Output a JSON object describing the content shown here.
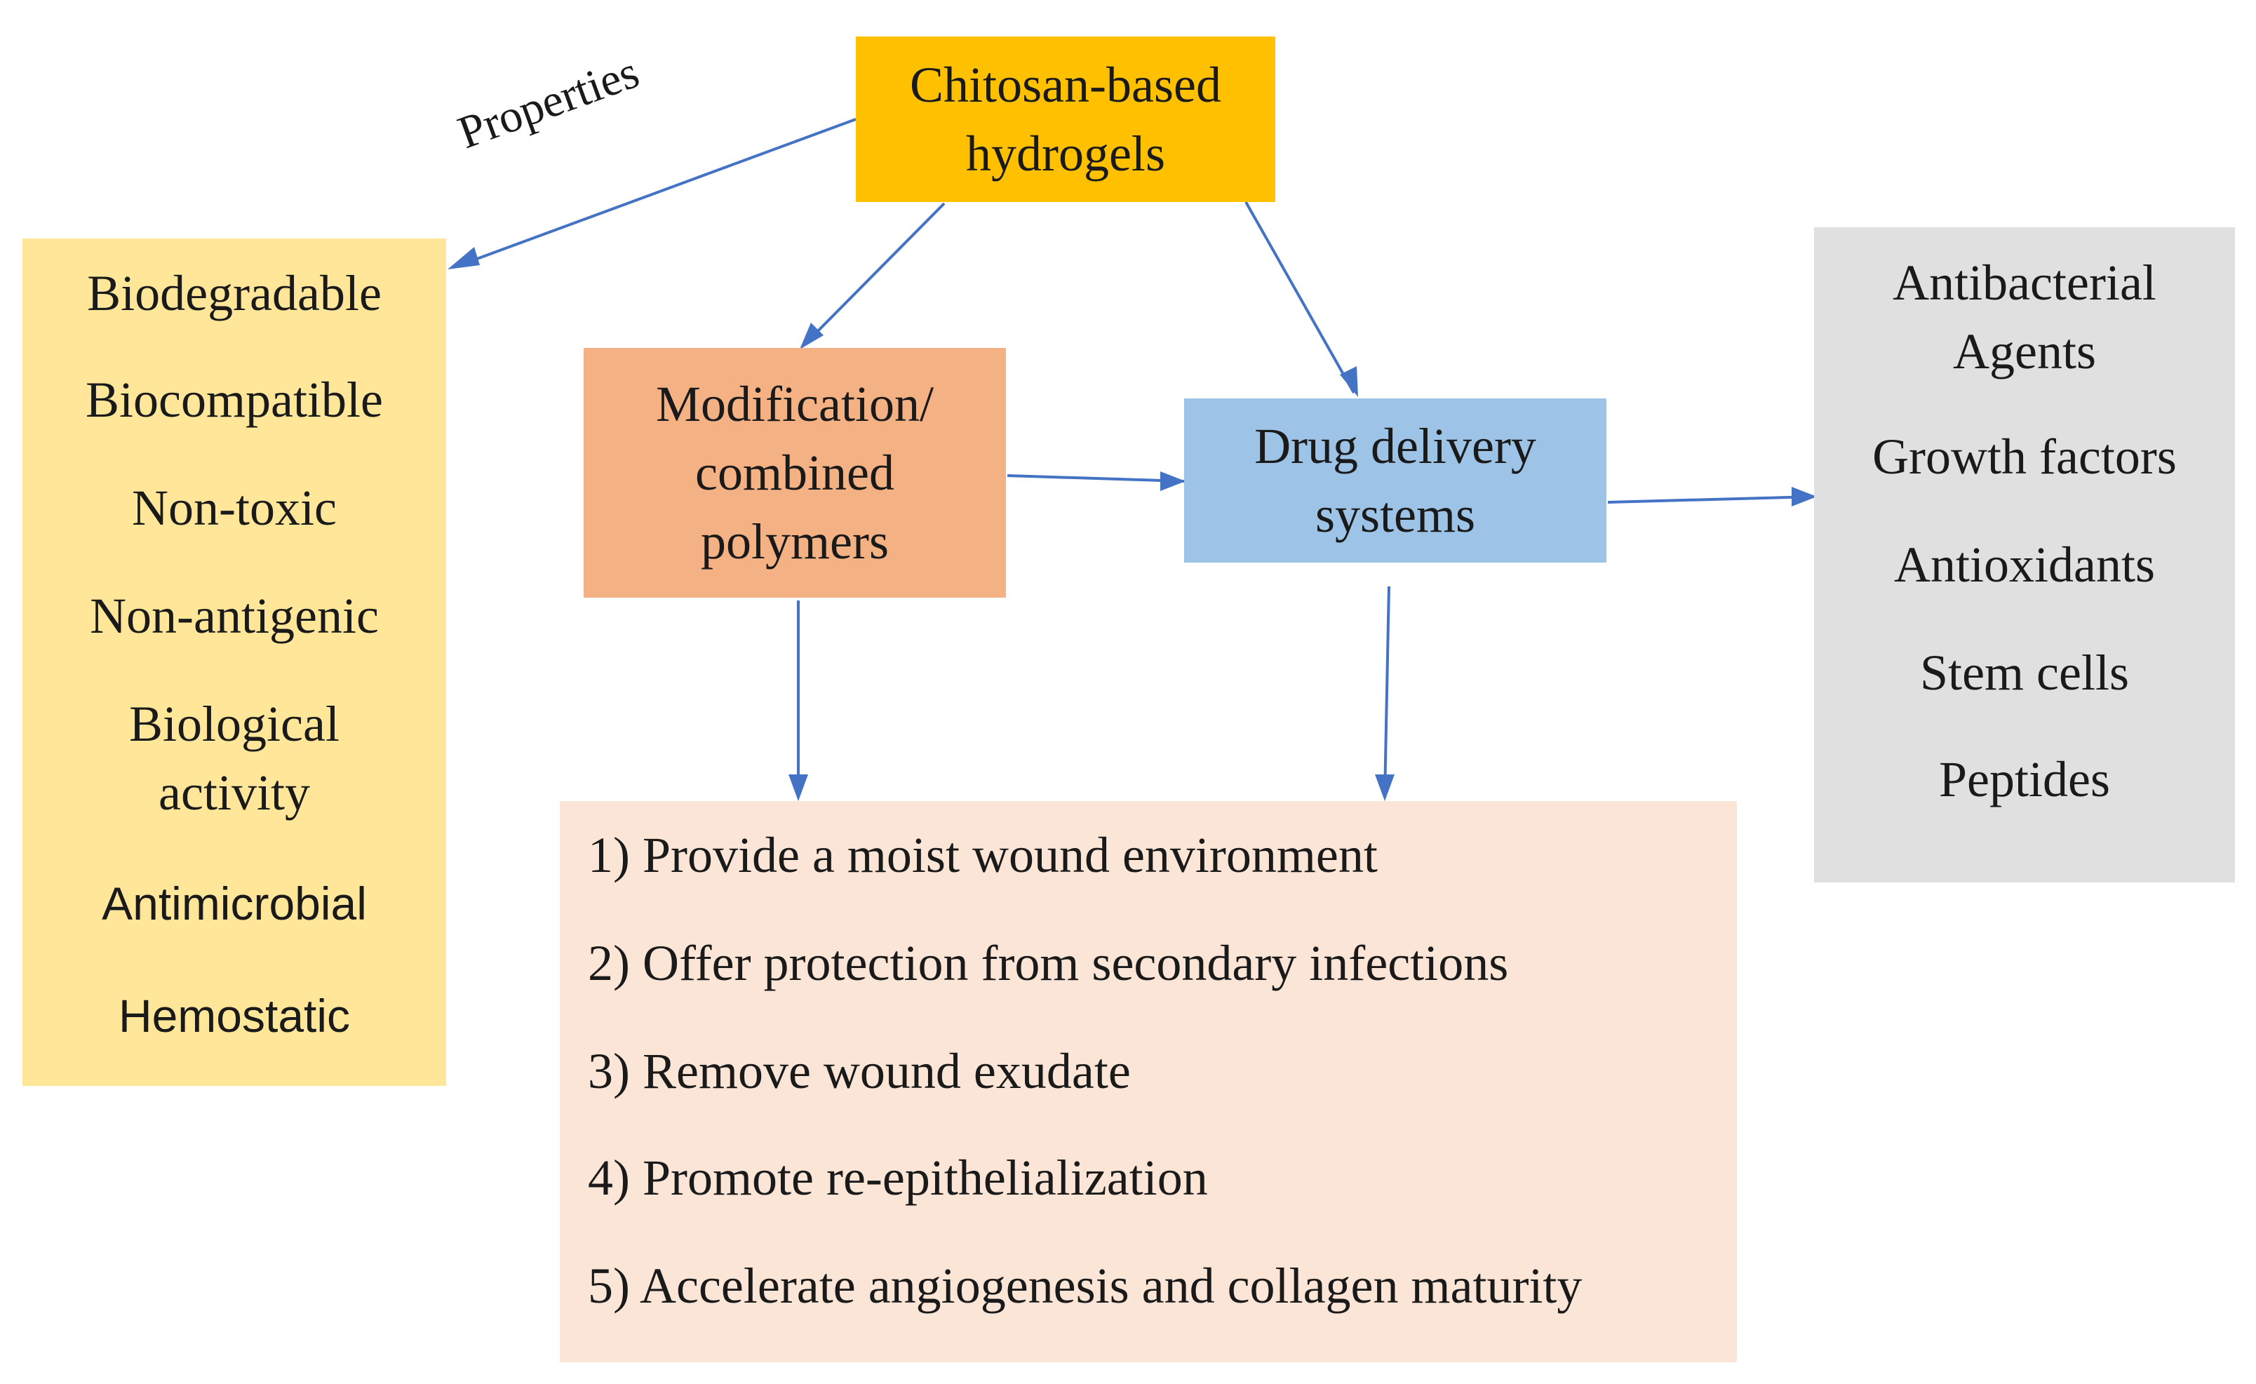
{
  "diagram": {
    "root": {
      "line1": "Chitosan-based",
      "line2": "hydrogels"
    },
    "properties_label": "Properties",
    "properties": {
      "items": [
        {
          "lines": [
            "Biodegradable"
          ]
        },
        {
          "lines": [
            "Biocompatible"
          ]
        },
        {
          "lines": [
            "Non-toxic"
          ]
        },
        {
          "lines": [
            "Non-antigenic"
          ]
        },
        {
          "lines": [
            "Biological",
            "activity"
          ]
        },
        {
          "lines": [
            "Antimicrobial"
          ]
        },
        {
          "lines": [
            "Hemostatic"
          ]
        }
      ]
    },
    "modification": {
      "line1": "Modification/",
      "line2": "combined",
      "line3": "polymers"
    },
    "drug_delivery": {
      "line1": "Drug delivery",
      "line2": "systems"
    },
    "agents": {
      "items": [
        {
          "lines": [
            "Antibacterial",
            "Agents"
          ]
        },
        {
          "lines": [
            "Growth factors"
          ]
        },
        {
          "lines": [
            "Antioxidants"
          ]
        },
        {
          "lines": [
            "Stem cells"
          ]
        },
        {
          "lines": [
            "Peptides"
          ]
        }
      ]
    },
    "functions": {
      "items": [
        "1) Provide a moist wound environment",
        "2) Offer protection from secondary infections",
        "3) Remove wound exudate",
        "4) Promote re-epithelialization",
        "5) Accelerate angiogenesis and collagen maturity"
      ]
    },
    "colors": {
      "root": "#ffc000",
      "properties": "#ffe699",
      "modification": "#f4b183",
      "drug_delivery": "#9dc3e6",
      "agents": "#e0e0e0",
      "functions": "#fbe5d6",
      "arrow": "#4472c4"
    }
  }
}
